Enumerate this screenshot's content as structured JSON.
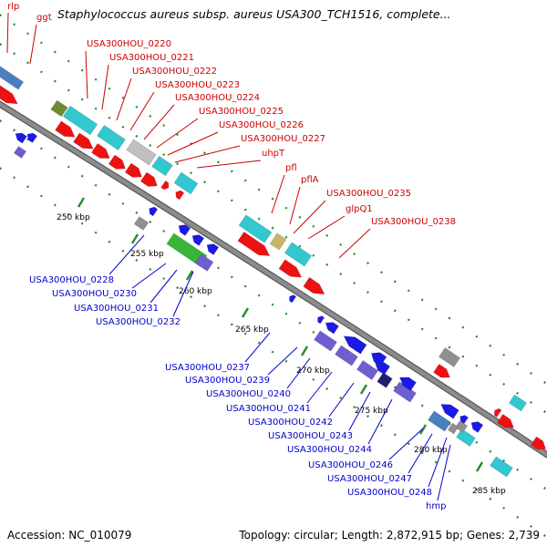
{
  "title": "Staphylococcus aureus subsp. aureus USA300_TCH1516, complete...",
  "footer": {
    "accession": "Accession: NC_010079",
    "summary": "Topology: circular; Length: 2,872,915 bp; Genes: 2,739"
  },
  "colors": {
    "backbone": "#8c8c8c",
    "forward_label": "#cc0000",
    "reverse_label": "#0000cc",
    "red": "#ee1111",
    "cyan": "#33c7cf",
    "blue": "#1a1ae6",
    "purple": "#6e5fd0",
    "grey": "#909090",
    "green": "#3ab53a",
    "olive": "#6e8c2c",
    "tan": "#c9b56a",
    "steel": "#4a7fbf",
    "lightgrey": "#bfbfbf",
    "navy": "#20206e",
    "tick": "#2e8b2e"
  },
  "forward_labels": [
    "rlp",
    "ggt",
    "USA300HOU_0220",
    "USA300HOU_0221",
    "USA300HOU_0222",
    "USA300HOU_0223",
    "USA300HOU_0224",
    "USA300HOU_0225",
    "USA300HOU_0226",
    "USA300HOU_0227",
    "uhpT",
    "pfl",
    "pflA",
    "USA300HOU_0235",
    "glpQ1",
    "USA300HOU_0238"
  ],
  "reverse_labels": [
    "USA300HOU_0228",
    "USA300HOU_0230",
    "USA300HOU_0231",
    "USA300HOU_0232",
    "USA300HOU_0237",
    "USA300HOU_0239",
    "USA300HOU_0240",
    "USA300HOU_0241",
    "USA300HOU_0242",
    "USA300HOU_0243",
    "USA300HOU_0244",
    "USA300HOU_0246",
    "USA300HOU_0247",
    "USA300HOU_0248",
    "hmp"
  ],
  "scale_labels": [
    "250 kbp",
    "255 kbp",
    "260 kbp",
    "265 kbp",
    "270 kbp",
    "275 kbp",
    "280 kbp",
    "285 kbp"
  ]
}
